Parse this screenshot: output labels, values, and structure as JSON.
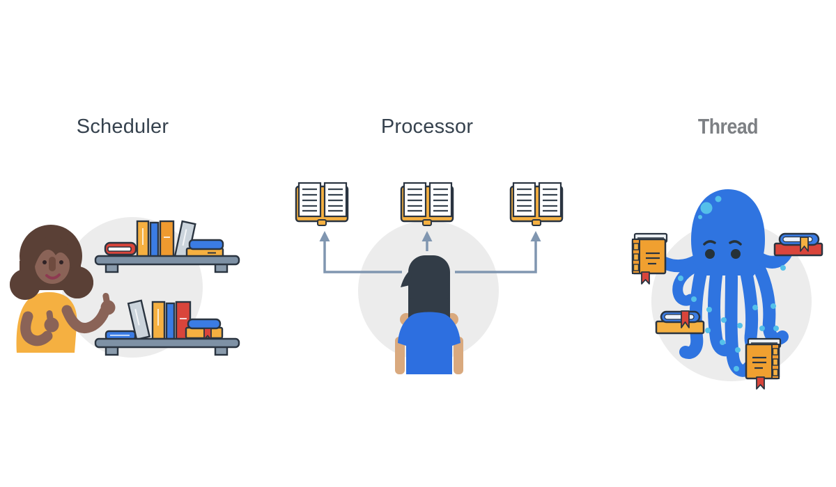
{
  "diagram": {
    "background": "#ffffff",
    "sections": [
      {
        "id": "scheduler",
        "label": "Scheduler",
        "illustration": "librarian-with-two-bookshelves"
      },
      {
        "id": "processor",
        "label": "Processor",
        "illustration": "reader-with-three-open-books-and-arrows"
      },
      {
        "id": "thread",
        "label": "Thread",
        "illustration": "octopus-holding-four-books"
      }
    ],
    "colors": {
      "label_text": "#36424e",
      "thread_label_text": "#7d8084",
      "backdrop_circle": "#ececec",
      "outline_dark": "#2a3440",
      "book_blue": "#3b7ce4",
      "book_yellow": "#f5b041",
      "book_orange": "#ef9a2f",
      "book_red": "#d9453b",
      "book_gray": "#cbd4dc",
      "shelf_gray": "#7e91a5",
      "arrow_gray": "#8096b0",
      "octopus_blue": "#2f74e0",
      "sucker_light_blue": "#54c0ea",
      "librarian_skin": "#8a6357",
      "librarian_hair": "#5a4036",
      "reader_skin": "#d9a97e",
      "reader_hair": "#323c47",
      "reader_shirt": "#2d6fe0"
    }
  }
}
